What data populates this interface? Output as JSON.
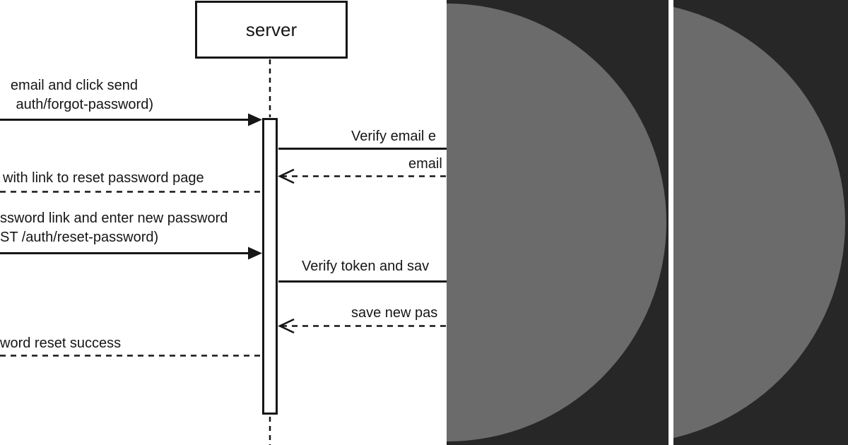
{
  "sequence_diagram": {
    "participant": {
      "label": "server"
    },
    "messages": {
      "m1_line1": "email and click send",
      "m1_line2": "auth/forgot-password)",
      "m2": "Verify email e",
      "m3": "email",
      "m4": "with link to reset password page",
      "m5_line1": "ssword link and enter new password",
      "m5_line2": "ST /auth/reset-password)",
      "m6": "Verify token and sav",
      "m7": "save new pas",
      "m8": "word reset success"
    }
  },
  "colors": {
    "diagram_line": "#161616",
    "diagram_background": "#ffffff",
    "panel_background": "#272727",
    "panel_circle": "#6b6b6b",
    "panel_gap": "#ffffff"
  }
}
